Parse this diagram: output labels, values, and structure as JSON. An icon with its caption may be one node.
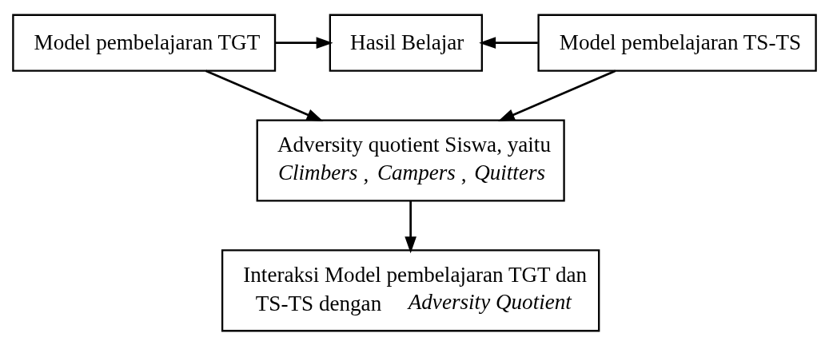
{
  "diagram": {
    "nodes": [
      {
        "text": [
          "Model pembelajaran TGT"
        ]
      },
      {
        "text": [
          "Hasil Belajar"
        ]
      },
      {
        "text": [
          "Model pembelajaran TS-TS"
        ]
      },
      {
        "text": [
          "Adversity quotient Siswa, yaitu *Climbers*, *Campers*, *Quitters*"
        ]
      },
      {
        "text": [
          "Interaksi Model pembelajaran TGT dan TS-TS dengan *Adversity Quotient*"
        ]
      }
    ],
    "edges": [
      {
        "from": 0,
        "to": 1,
        "arrow": "to"
      },
      {
        "from": 2,
        "to": 1,
        "arrow": "to"
      },
      {
        "from": 0,
        "to": 3,
        "arrow": "to"
      },
      {
        "from": 2,
        "to": 3,
        "arrow": "to"
      },
      {
        "from": 3,
        "to": 4,
        "arrow": "to"
      }
    ]
  }
}
